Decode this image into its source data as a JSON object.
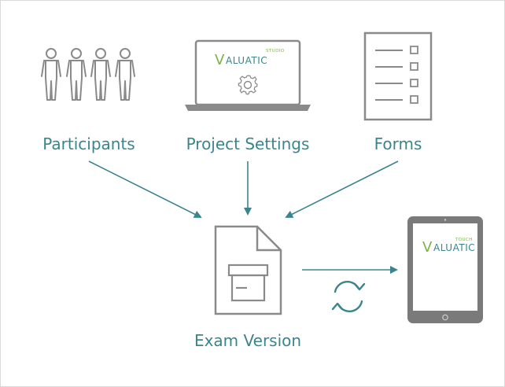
{
  "nodes": {
    "participants": {
      "label": "Participants"
    },
    "project_settings": {
      "label": "Project Settings"
    },
    "forms": {
      "label": "Forms"
    },
    "exam_version": {
      "label": "Exam Version"
    }
  },
  "logos": {
    "studio": {
      "initial": "V",
      "rest": "ALUATIC",
      "sub": "STUDIO"
    },
    "touch": {
      "initial": "V",
      "rest": "ALUATIC",
      "sub": "TOUCH"
    }
  },
  "colors": {
    "accent": "#3a858d",
    "icon_stroke": "#8a8a8a",
    "logo_green": "#7cb342",
    "tablet_body": "#7a7a7a"
  }
}
